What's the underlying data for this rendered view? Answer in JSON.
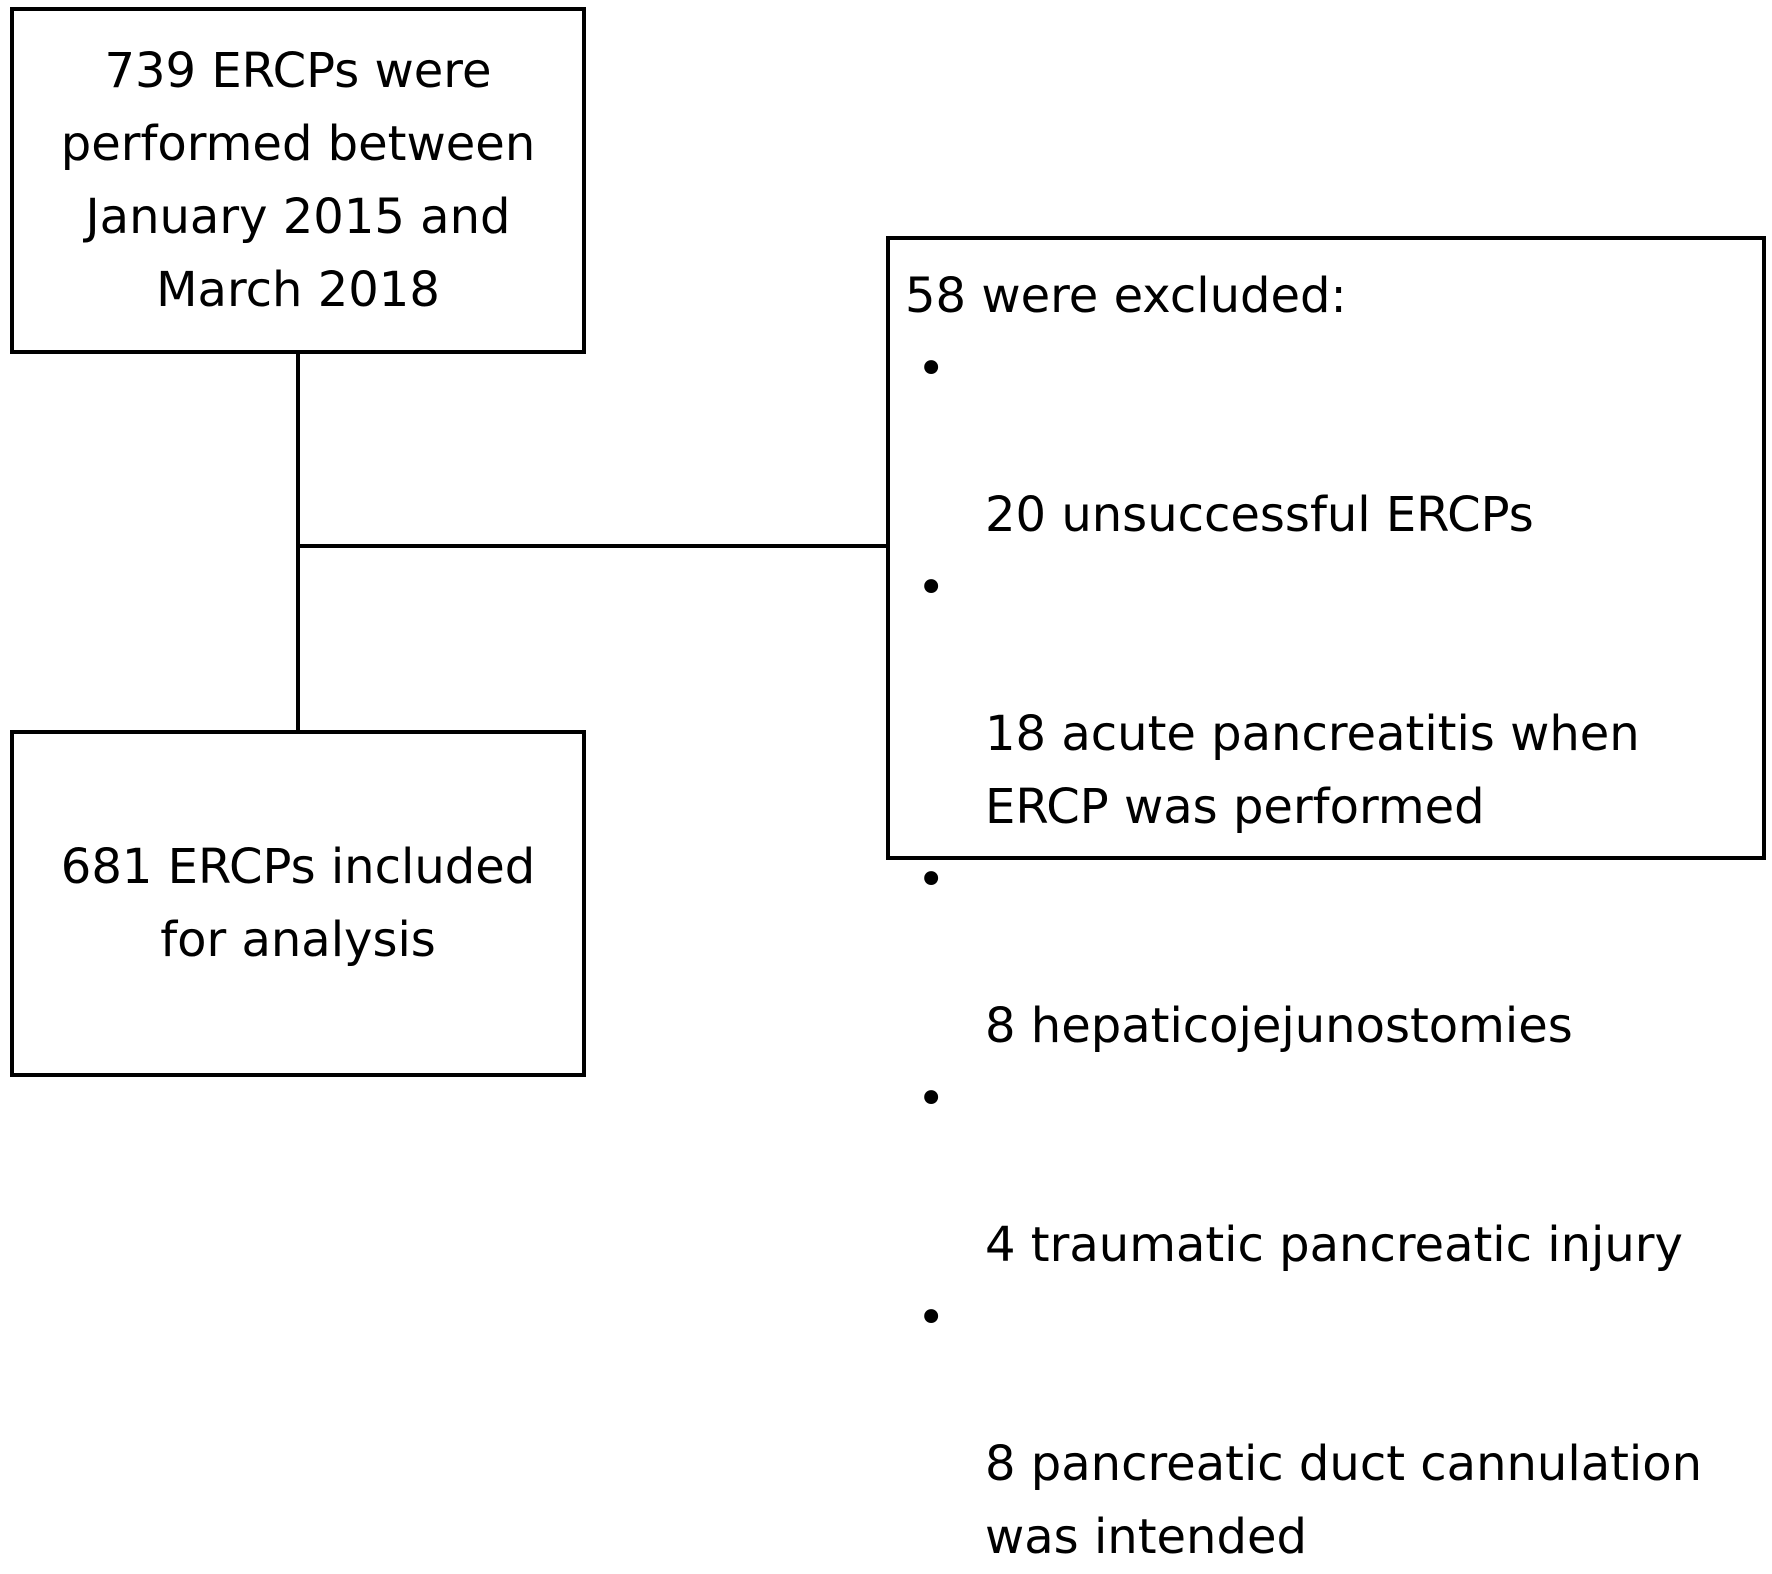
{
  "top_box": {
    "text": "739 ERCPs were\nperformed between\nJanuary 2015 and\nMarch 2018"
  },
  "bottom_box": {
    "text": "681 ERCPs included\nfor analysis"
  },
  "exclusion_box": {
    "header": "58 were excluded:",
    "bullet_symbol": "•",
    "items": [
      {
        "text": "20 unsuccessful ERCPs"
      },
      {
        "text": "18 acute pancreatitis when\nERCP was performed"
      },
      {
        "text": "8 hepaticojejunostomies"
      },
      {
        "text": "4 traumatic pancreatic injury"
      },
      {
        "text": "8 pancreatic duct cannulation\nwas intended"
      }
    ]
  }
}
